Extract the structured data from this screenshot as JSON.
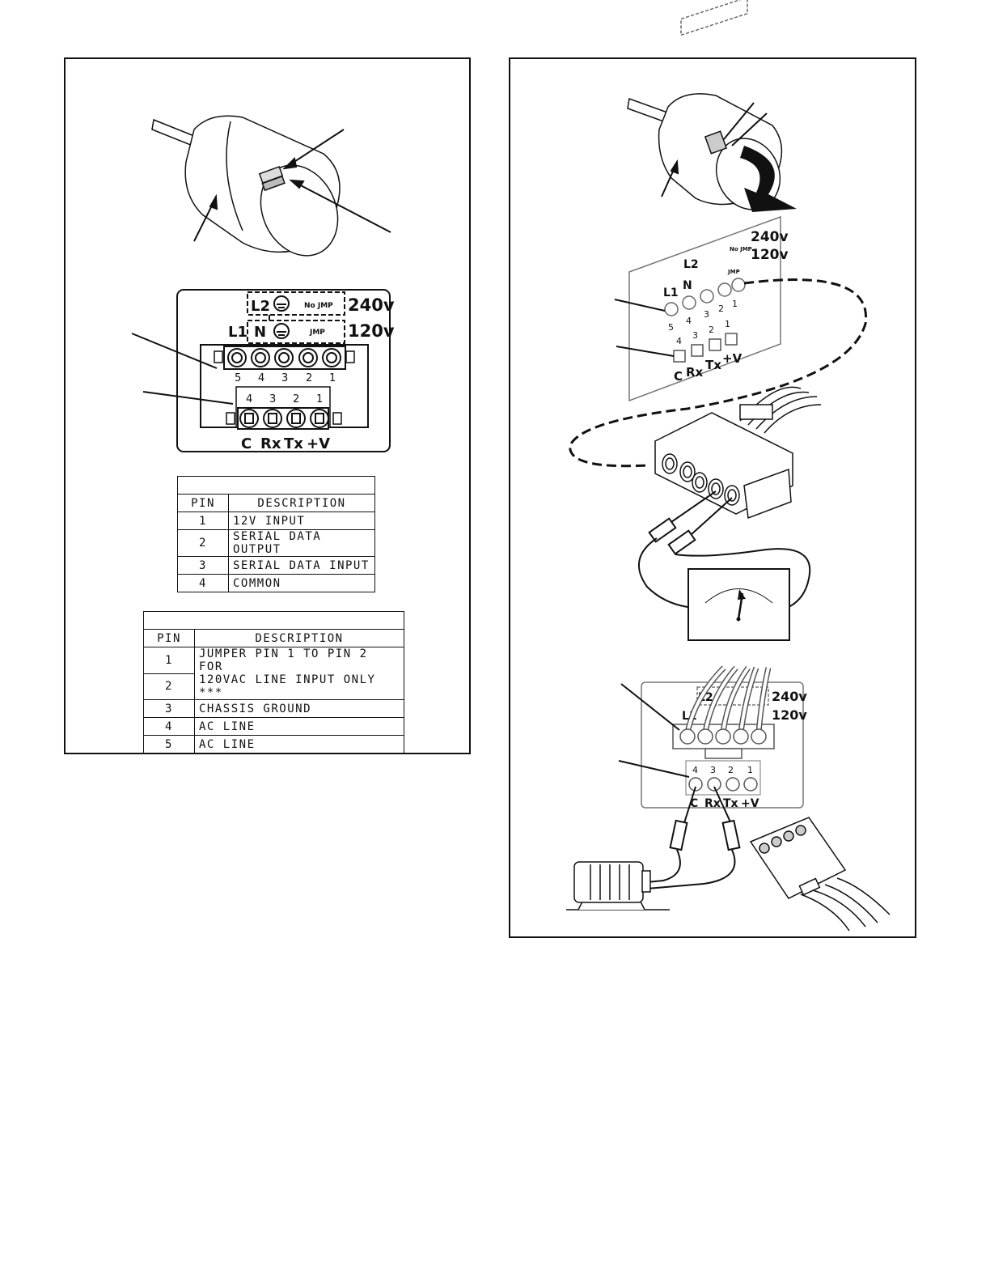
{
  "terminal_labels": {
    "l2": "L2",
    "l1": "L1",
    "n": "N",
    "no_jmp": "No JMP",
    "jmp": "JMP",
    "v240": "240v",
    "v120": "120v",
    "power_pins": [
      "5",
      "4",
      "3",
      "2",
      "1"
    ],
    "control_pins": [
      "4",
      "3",
      "2",
      "1"
    ],
    "c": "C",
    "rx": "Rx",
    "tx": "Tx",
    "v": "+V"
  },
  "control_table": {
    "pin_header": "PIN",
    "desc_header": "DESCRIPTION",
    "rows": [
      {
        "pin": "1",
        "desc": "12V INPUT"
      },
      {
        "pin": "2",
        "desc": "SERIAL DATA OUTPUT"
      },
      {
        "pin": "3",
        "desc": "SERIAL DATA INPUT"
      },
      {
        "pin": "4",
        "desc": "COMMON"
      }
    ]
  },
  "power_table": {
    "pin_header": "PIN",
    "desc_header": "DESCRIPTION",
    "rows": [
      {
        "pin": "1",
        "desc": "JUMPER PIN 1 TO PIN 2 FOR"
      },
      {
        "pin": "2",
        "desc": "120VAC LINE INPUT ONLY ***"
      },
      {
        "pin": "3",
        "desc": "CHASSIS GROUND"
      },
      {
        "pin": "4",
        "desc": "AC LINE"
      },
      {
        "pin": "5",
        "desc": "AC LINE"
      }
    ]
  }
}
